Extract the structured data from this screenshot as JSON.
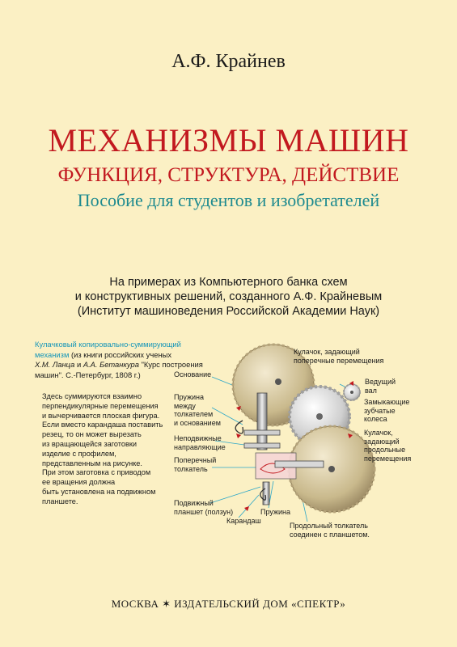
{
  "author": "А.Ф. Крайнев",
  "title": "МЕХАНИЗМЫ МАШИН",
  "subtitle": "ФУНКЦИЯ, СТРУКТУРА, ДЕЙСТВИЕ",
  "subtitle2": "Пособие для студентов и изобретателей",
  "intro_lines": [
    "На примерах из Компьютерного банка схем",
    "и конструктивных решений,  созданного  А.Ф. Крайневым",
    "(Институт машиноведения Российской Академии Наук)"
  ],
  "caption": {
    "line1": "Кулачковый копировально-суммирующий",
    "line2_a": "механизм",
    "line2_b": " (из книги российских ученых",
    "line3_a": "Х.М. Ланца",
    "line3_b": " и ",
    "line3_c": "А.А. Бетанкура",
    "line3_d": " \"Курс построения",
    "line4_a": "машин\".",
    "line4_b": "  С.-Петербург, 1808 г.)"
  },
  "description_lines": [
    "Здесь суммируются взаимно",
    "перпендикулярные перемещения",
    "и вычерчивается плоская фигура.",
    "Если вместо карандаша поставить",
    "резец,  то он может вырезать",
    "из вращающейся заготовки",
    "изделие с профилем,",
    "представленным на рисунке.",
    "При этом заготовка с приводом",
    "ее вращения должна",
    "быть установлена на подвижном",
    "планшете."
  ],
  "labels": {
    "osnovanie": "Основание",
    "pruzhina_mezhdu": [
      "Пружина",
      "между",
      "толкателем",
      "и основанием"
    ],
    "neprav": [
      "Неподвижные",
      "направляющие"
    ],
    "poperechny": [
      "Поперечный",
      "толкатель"
    ],
    "podvizhny": [
      "Подвижный",
      "планшет (ползун)"
    ],
    "karandash": "Карандаш",
    "pruzhina": "Пружина",
    "kulachok1": [
      "Кулачок,  задающий",
      "поперечные перемещения"
    ],
    "veduschiy": [
      "Ведущий",
      "вал"
    ],
    "zamykayuschie": [
      "Замыкающие",
      "зубчатые",
      "колеса"
    ],
    "kulachok2": [
      "Кулачок,",
      "задающий",
      "продольные",
      "перемещения"
    ],
    "prodolny": [
      "Продольный толкатель",
      "соединен с планшетом."
    ]
  },
  "publisher": "МОСКВА ✶ ИЗДАТЕЛЬСКИЙ ДОМ «СПЕКТР»",
  "colors": {
    "background": "#fbf0c4",
    "title": "#c2191f",
    "subtitle2": "#1d8a8f",
    "caption_accent": "#1595b8"
  }
}
